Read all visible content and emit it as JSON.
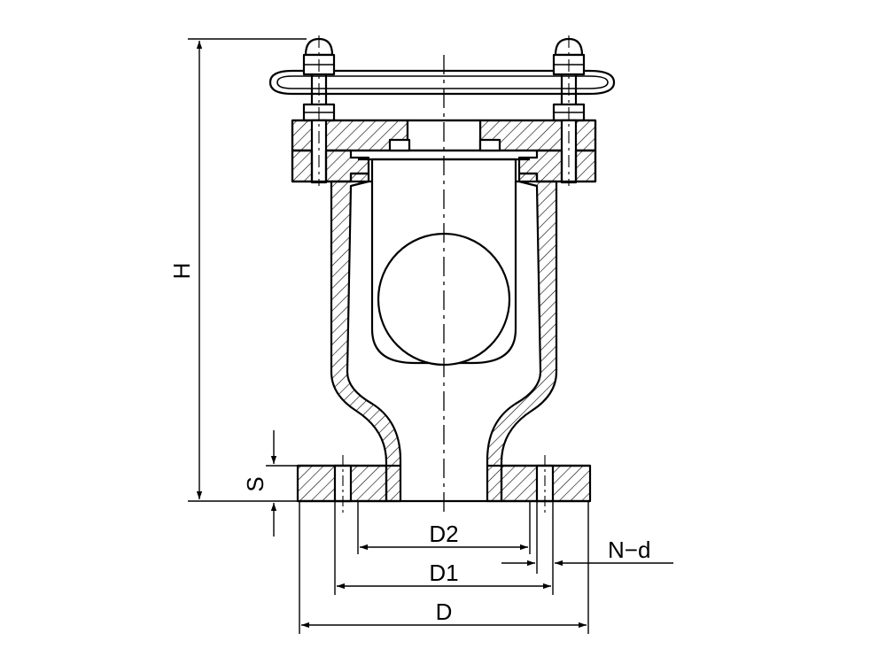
{
  "dimensions": {
    "height": "H",
    "flange_thickness": "S",
    "bore_diameter": "D2",
    "bolt_circle_diameter": "D1",
    "flange_outer_diameter": "D",
    "bolt_holes": "N−d"
  },
  "colors": {
    "line": "#000000",
    "hatch": "#000000",
    "background": "#ffffff"
  }
}
